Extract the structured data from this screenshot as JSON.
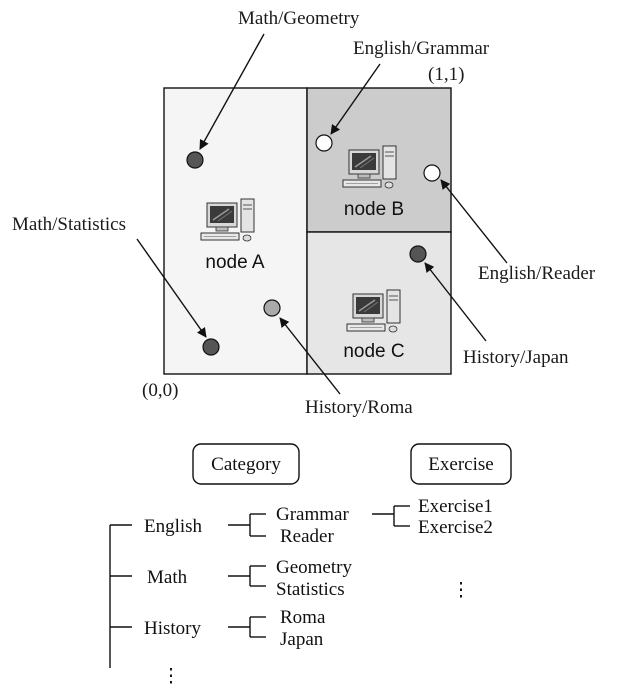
{
  "corners": {
    "top_right": "(1,1)",
    "bottom_left": "(0,0)"
  },
  "nodes": {
    "a": "node A",
    "b": "node B",
    "c": "node C"
  },
  "items": {
    "math_geometry": "Math/Geometry",
    "english_grammar": "English/Grammar",
    "math_statistics": "Math/Statistics",
    "english_reader": "English/Reader",
    "history_japan": "History/Japan",
    "history_roma": "History/Roma"
  },
  "tree": {
    "category_header": "Category",
    "exercise_header": "Exercise",
    "categories": [
      {
        "name": "English",
        "subs": [
          "Grammar",
          "Reader"
        ]
      },
      {
        "name": "Math",
        "subs": [
          "Geometry",
          "Statistics"
        ]
      },
      {
        "name": "History",
        "subs": [
          "Roma",
          "Japan"
        ]
      }
    ],
    "exercises": [
      "Exercise1",
      "Exercise2"
    ],
    "ellipsis": "⋮"
  },
  "colors": {
    "region_a": "#f5f5f5",
    "region_b": "#cccccc",
    "region_c": "#e6e6e6",
    "dot_dark": "#555555",
    "dot_mid": "#aaaaaa",
    "dot_light": "#ffffff"
  }
}
